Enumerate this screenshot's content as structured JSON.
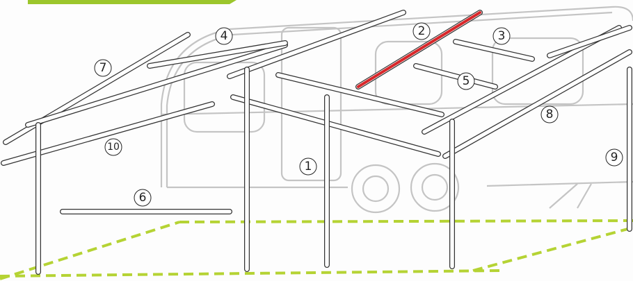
{
  "diagram": {
    "title": "Awning frame pole layout",
    "colors": {
      "highlight": "#d8272a",
      "ground": "#b5d334",
      "banner": "#9cc62c"
    },
    "labels": [
      {
        "id": "1",
        "text": "1"
      },
      {
        "id": "2",
        "text": "2"
      },
      {
        "id": "3",
        "text": "3"
      },
      {
        "id": "4",
        "text": "4"
      },
      {
        "id": "5",
        "text": "5"
      },
      {
        "id": "6",
        "text": "6"
      },
      {
        "id": "7",
        "text": "7"
      },
      {
        "id": "8",
        "text": "8"
      },
      {
        "id": "9",
        "text": "9"
      },
      {
        "id": "10",
        "text": "10"
      }
    ]
  }
}
